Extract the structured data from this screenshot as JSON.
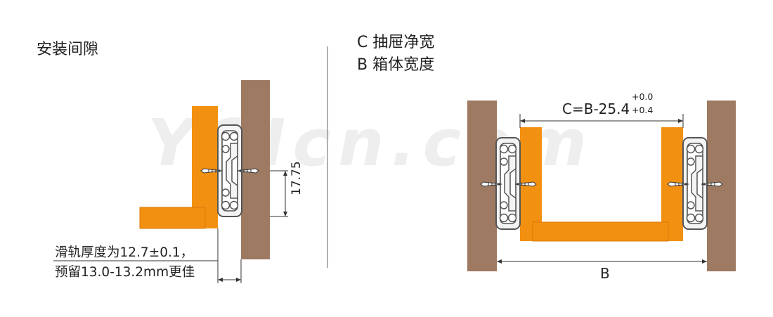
{
  "left_panel": {
    "title": "安装间隙",
    "dimension_vertical": "17.75",
    "note_line1": "滑轨厚度为12.7±0.1，",
    "note_line2": "预留13.0-13.2mm更佳"
  },
  "right_panel": {
    "legend_c": "C  抽屉净宽",
    "legend_b": "B  箱体宽度",
    "formula": "C=B-25.4",
    "tolerance_upper": "+0.0",
    "tolerance_lower": "+0.4",
    "b_label": "B"
  },
  "watermark": "YGIcn.com",
  "colors": {
    "cabinet": "#9e7a62",
    "drawer": "#f29111",
    "drawer_edge": "#d9780a",
    "rail_fill": "#f4f4f4",
    "rail_stroke": "#555555",
    "divider": "#999999",
    "dim_line": "#333333"
  }
}
